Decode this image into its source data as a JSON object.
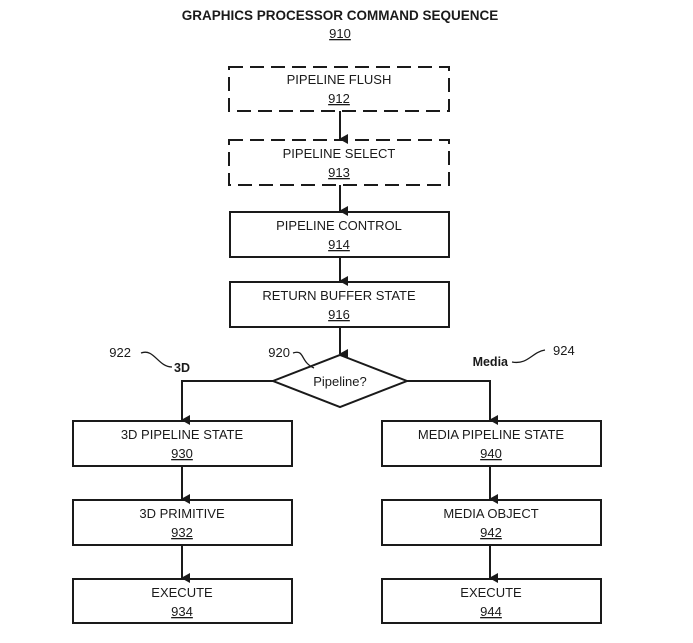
{
  "title": "GRAPHICS PROCESSOR COMMAND SEQUENCE",
  "title_ref": "910",
  "nodes": [
    {
      "id": "pipeline-flush",
      "label": "PIPELINE FLUSH",
      "ref": "912",
      "style": "dashed"
    },
    {
      "id": "pipeline-select",
      "label": "PIPELINE SELECT",
      "ref": "913",
      "style": "dashed"
    },
    {
      "id": "pipeline-control",
      "label": "PIPELINE CONTROL",
      "ref": "914",
      "style": "solid"
    },
    {
      "id": "return-buffer-state",
      "label": "RETURN BUFFER STATE",
      "ref": "916",
      "style": "solid"
    },
    {
      "id": "3d-pipeline-state",
      "label": "3D PIPELINE STATE",
      "ref": "930",
      "style": "solid"
    },
    {
      "id": "3d-primitive",
      "label": "3D PRIMITIVE",
      "ref": "932",
      "style": "solid"
    },
    {
      "id": "execute-3d",
      "label": "EXECUTE",
      "ref": "934",
      "style": "solid"
    },
    {
      "id": "media-pipeline-state",
      "label": "MEDIA PIPELINE STATE",
      "ref": "940",
      "style": "solid"
    },
    {
      "id": "media-object",
      "label": "MEDIA OBJECT",
      "ref": "942",
      "style": "solid"
    },
    {
      "id": "execute-media",
      "label": "EXECUTE",
      "ref": "944",
      "style": "solid"
    }
  ],
  "decision": {
    "label": "Pipeline?",
    "ref": "920"
  },
  "branches": {
    "left": {
      "label": "3D",
      "ref": "922"
    },
    "right": {
      "label": "Media",
      "ref": "924"
    }
  },
  "edges": [
    [
      "pipeline-flush",
      "pipeline-select"
    ],
    [
      "pipeline-select",
      "pipeline-control"
    ],
    [
      "pipeline-control",
      "return-buffer-state"
    ],
    [
      "return-buffer-state",
      "decision"
    ],
    [
      "decision",
      "3d-pipeline-state"
    ],
    [
      "decision",
      "media-pipeline-state"
    ],
    [
      "3d-pipeline-state",
      "3d-primitive"
    ],
    [
      "3d-primitive",
      "execute-3d"
    ],
    [
      "media-pipeline-state",
      "media-object"
    ],
    [
      "media-object",
      "execute-media"
    ]
  ]
}
